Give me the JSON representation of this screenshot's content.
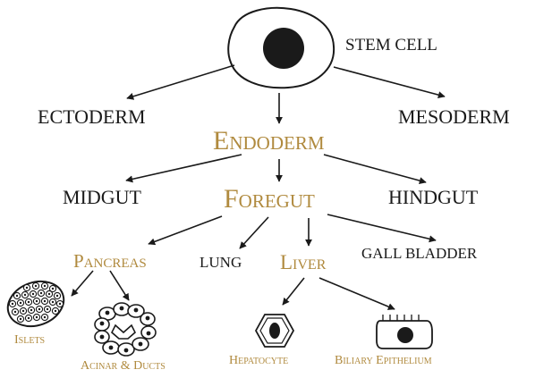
{
  "colors": {
    "ink": "#1a1a1a",
    "accent": "#b08a3e",
    "background": "#ffffff"
  },
  "labels": {
    "stem_cell": "STEM CELL",
    "ectoderm": "ECTODERM",
    "mesoderm": "MESODERM",
    "endoderm": "Endoderm",
    "midgut": "MIDGUT",
    "foregut": "Foregut",
    "hindgut": "HINDGUT",
    "pancreas": "Pancreas",
    "lung": "LUNG",
    "liver": "Liver",
    "gall_bladder": "GALL BLADDER",
    "islets": "Islets",
    "acinar_ducts": "Acinar & Ducts",
    "hepatocyte": "Hepatocyte",
    "biliary_epithelium": "Biliary Epithelium"
  }
}
